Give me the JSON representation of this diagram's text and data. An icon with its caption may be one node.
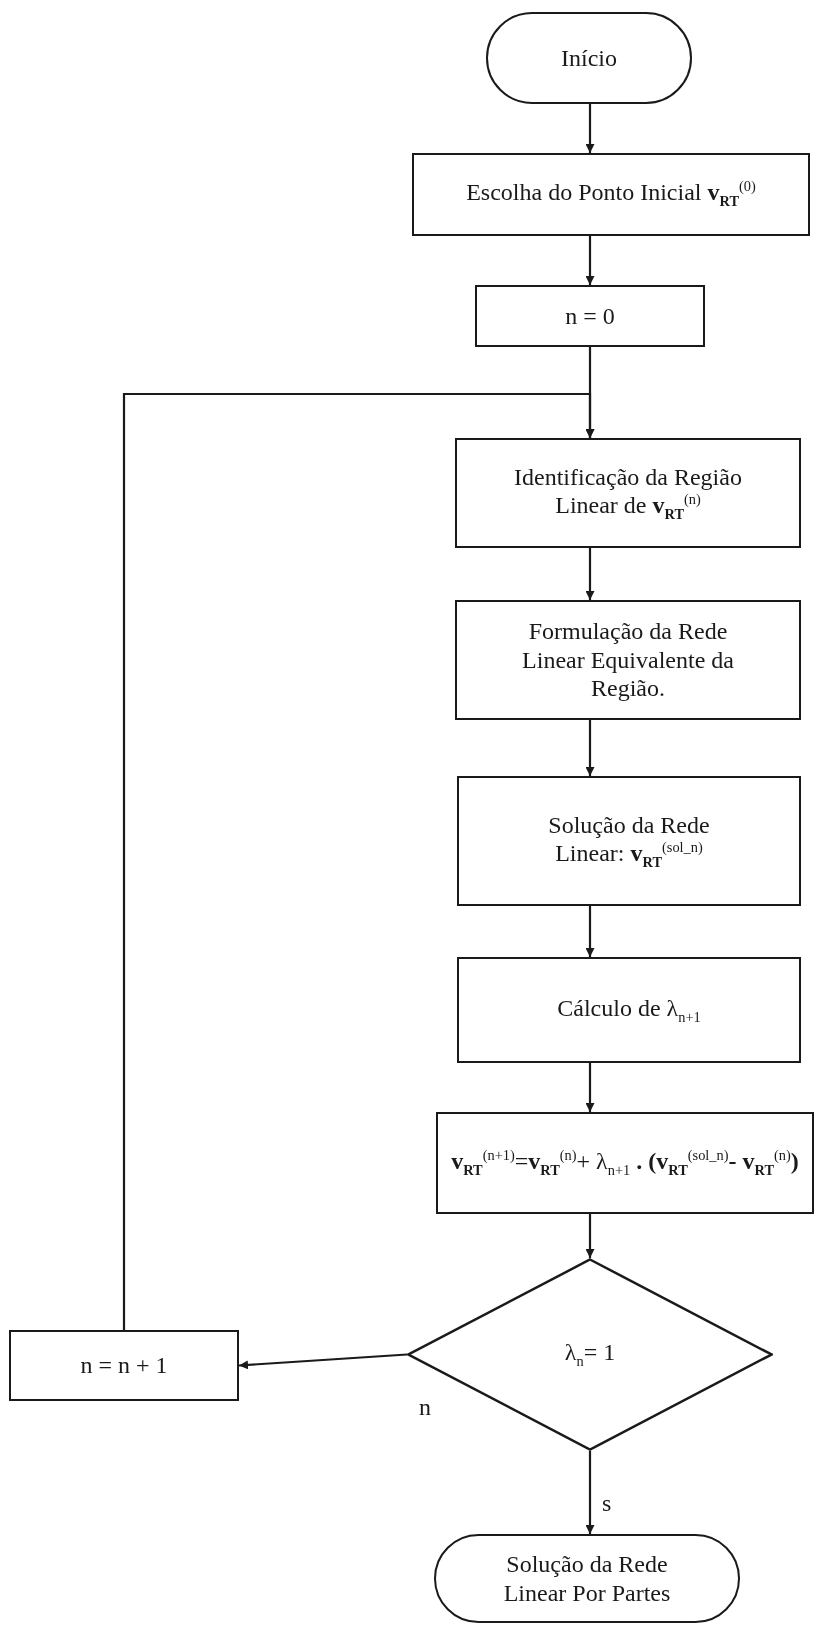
{
  "diagram": {
    "nodes": [
      {
        "text": [
          "Início"
        ]
      },
      {
        "text": [
          "Escolha do Ponto Inicial **v**$_{RT}$$^{(0)}$"
        ]
      },
      {
        "text": [
          "n = 0"
        ]
      },
      {
        "text": [
          "Identificação da Região Linear de **v**$_{RT}$$^{(n)}$"
        ]
      },
      {
        "text": [
          "Formulação da Rede Linear Equivalente da Região."
        ]
      },
      {
        "text": [
          "Solução da Rede Linear:  **v**$_{RT}$$^{(sol_n)}$"
        ]
      },
      {
        "text": [
          "Cálculo de λ$_{n+1}$"
        ]
      },
      {
        "text": [
          "**v**$_{RT}$$^{(n+1)}$=**v**$_{RT}$$^{(n)}$+ λ$_{n+1}$ **. (v**$_{RT}$$^{(sol_n)}$**- v**$_{RT}$$^{(n)}$**)**"
        ]
      },
      {
        "text": [
          "λ$_{n}$= 1"
        ]
      },
      {
        "text": [
          "n = n + 1"
        ]
      },
      {
        "text": [
          "Solução da Rede Linear Por Partes"
        ]
      }
    ],
    "edges": [
      {
        "from": 0,
        "to": 1,
        "arrow": "to"
      },
      {
        "from": 1,
        "to": 2,
        "arrow": "to"
      },
      {
        "from": 2,
        "to": 3,
        "arrow": "to"
      },
      {
        "from": 3,
        "to": 4,
        "arrow": "to"
      },
      {
        "from": 4,
        "to": 5,
        "arrow": "to"
      },
      {
        "from": 5,
        "to": 6,
        "arrow": "to"
      },
      {
        "from": 6,
        "to": 7,
        "arrow": "to"
      },
      {
        "from": 7,
        "to": 8,
        "arrow": "to"
      },
      {
        "from": 8,
        "to": 9,
        "arrow": "to",
        "label": "n"
      },
      {
        "from": 9,
        "to": 3,
        "arrow": "to"
      },
      {
        "from": 8,
        "to": 10,
        "arrow": "to",
        "label": "s"
      }
    ]
  }
}
